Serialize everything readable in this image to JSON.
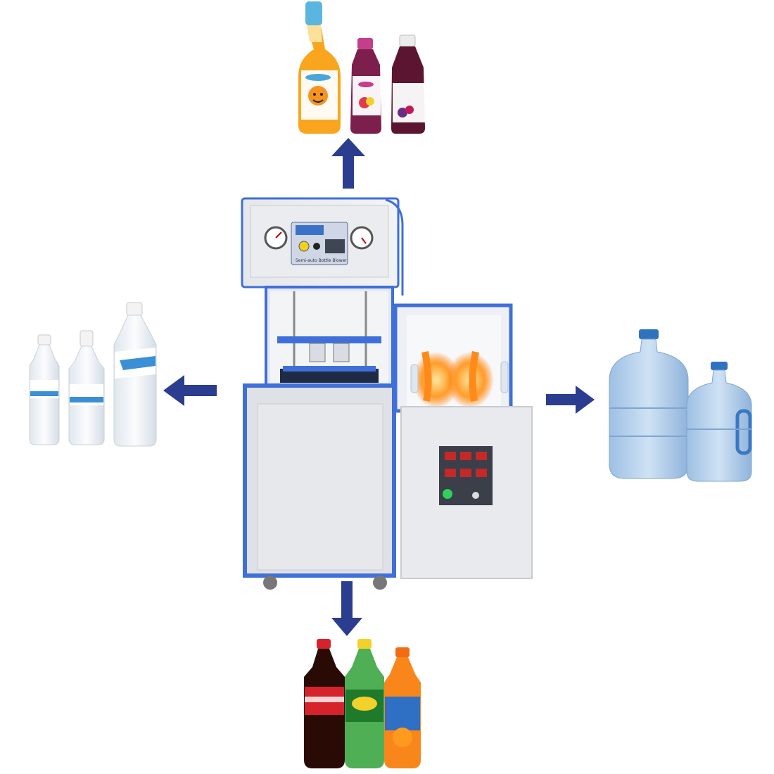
{
  "scene": {
    "arrow_color": "#2b3d8f",
    "machine_frame_color": "#3f6fd8",
    "panel_color": "#e9eaee",
    "machine": {
      "brand_text": "Semi-auto Bottle Blower"
    },
    "groups": [
      {
        "position": "top",
        "contents": "juice-bottles",
        "count": 3
      },
      {
        "position": "left",
        "contents": "water-bottles",
        "count": 3
      },
      {
        "position": "right",
        "contents": "water-jugs",
        "count": 2
      },
      {
        "position": "bottom",
        "contents": "soda-bottles",
        "count": 3
      }
    ]
  }
}
